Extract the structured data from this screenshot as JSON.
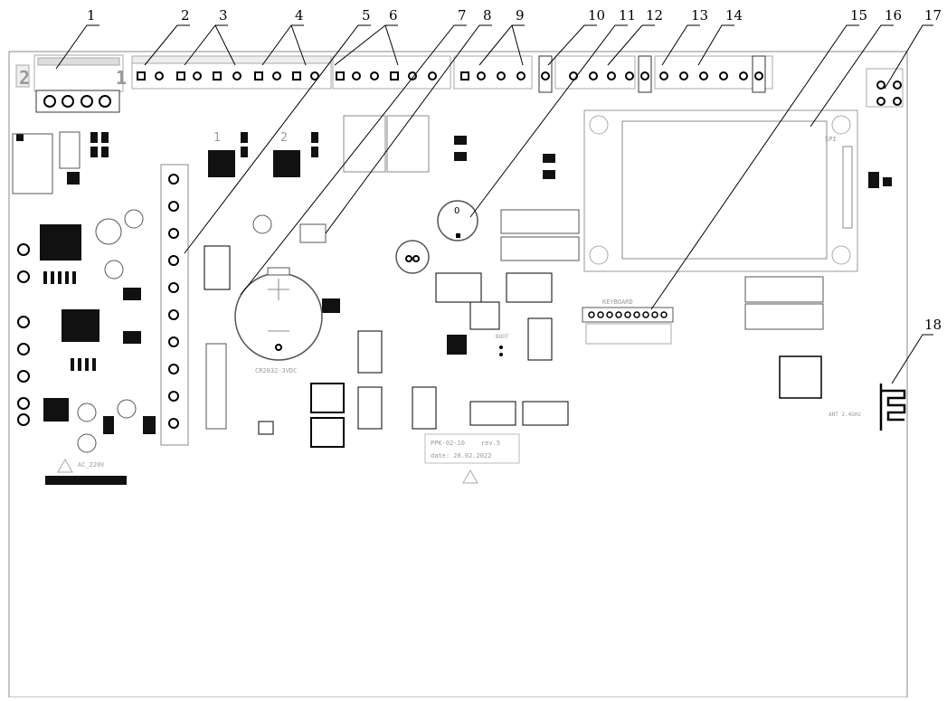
{
  "callouts": [
    {
      "n": "1"
    },
    {
      "n": "2"
    },
    {
      "n": "3"
    },
    {
      "n": "4"
    },
    {
      "n": "5"
    },
    {
      "n": "6"
    },
    {
      "n": "7"
    },
    {
      "n": "8"
    },
    {
      "n": "9"
    },
    {
      "n": "10"
    },
    {
      "n": "11"
    },
    {
      "n": "12"
    },
    {
      "n": "13"
    },
    {
      "n": "14"
    },
    {
      "n": "15"
    },
    {
      "n": "16"
    },
    {
      "n": "17"
    },
    {
      "n": "18"
    }
  ],
  "board": {
    "silkscreen": {
      "power_mark_left": "2",
      "power_mark_right": "1",
      "relay1": "1",
      "relay2": "2",
      "battery": "CR2032-3VDC",
      "keyboard": "KEYBOARD",
      "board_name": "PPK-02-10",
      "revision": "rev.5",
      "date": "date: 28.02.2022",
      "ac_label": "AC_220V",
      "antenna": "ANT 2.4GHz",
      "rotary_digit": "0",
      "boot_label": "BOOT",
      "spi_label": "SPI"
    }
  }
}
